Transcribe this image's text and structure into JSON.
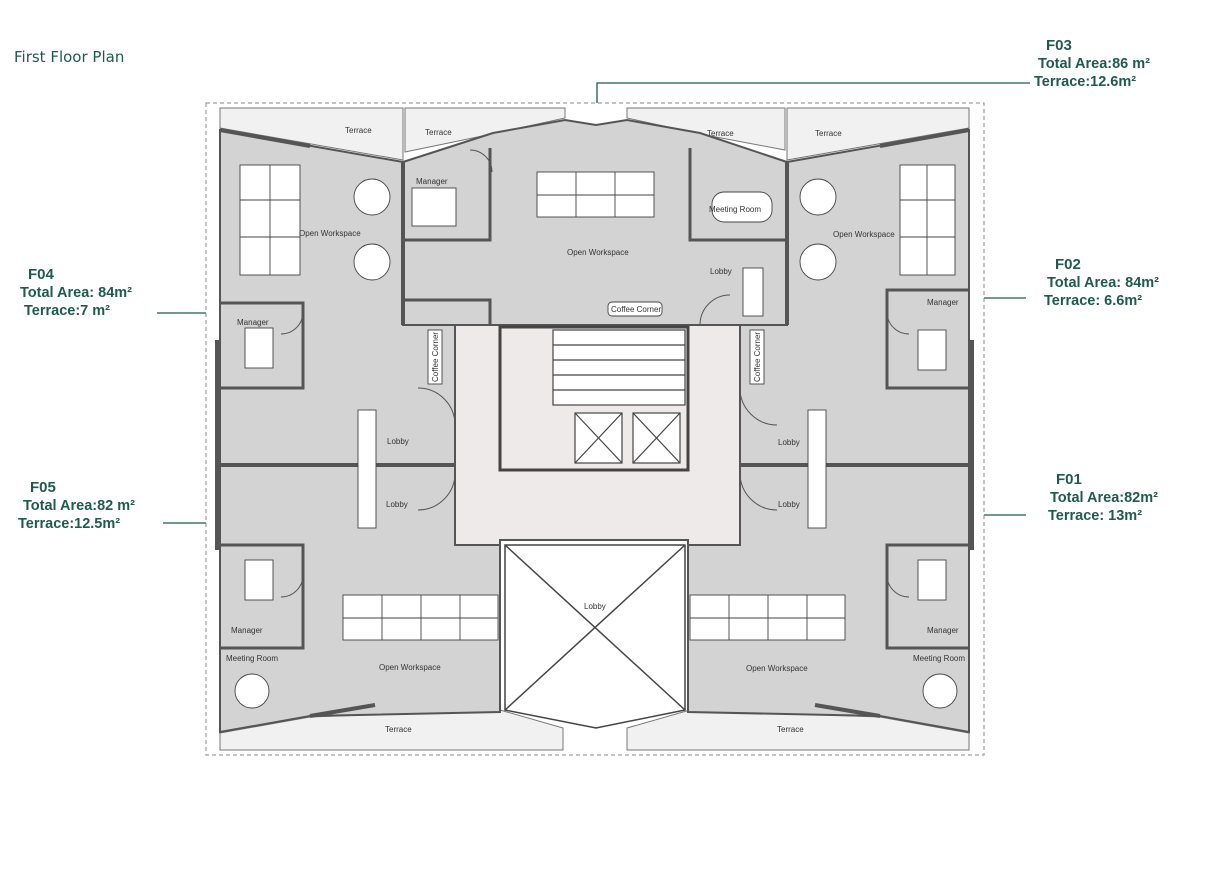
{
  "title": "First Floor Plan",
  "colors": {
    "accent": "#1f5a4c",
    "unit_fill": "#d3d3d3",
    "core_fill": "#efeaea",
    "terrace_fill": "#f1f1f1",
    "wall": "#555555"
  },
  "units": [
    {
      "code": "F03",
      "total_area": "Total Area:86 m²",
      "terrace": "Terrace:12.6m²"
    },
    {
      "code": "F04",
      "total_area": "Total Area: 84m²",
      "terrace": "Terrace:7 m²"
    },
    {
      "code": "F02",
      "total_area": "Total Area: 84m²",
      "terrace": "Terrace: 6.6m²"
    },
    {
      "code": "F05",
      "total_area": "Total Area:82 m²",
      "terrace": "Terrace:12.5m²"
    },
    {
      "code": "F01",
      "total_area": "Total Area:82m²",
      "terrace": "Terrace: 13m²"
    }
  ],
  "plan_labels": {
    "terrace": "Terrace",
    "manager": "Manager",
    "open_workspace": "Open Workspace",
    "meeting_room": "Meeting Room",
    "lobby": "Lobby",
    "coffee_corner": "Coffee Corner"
  }
}
